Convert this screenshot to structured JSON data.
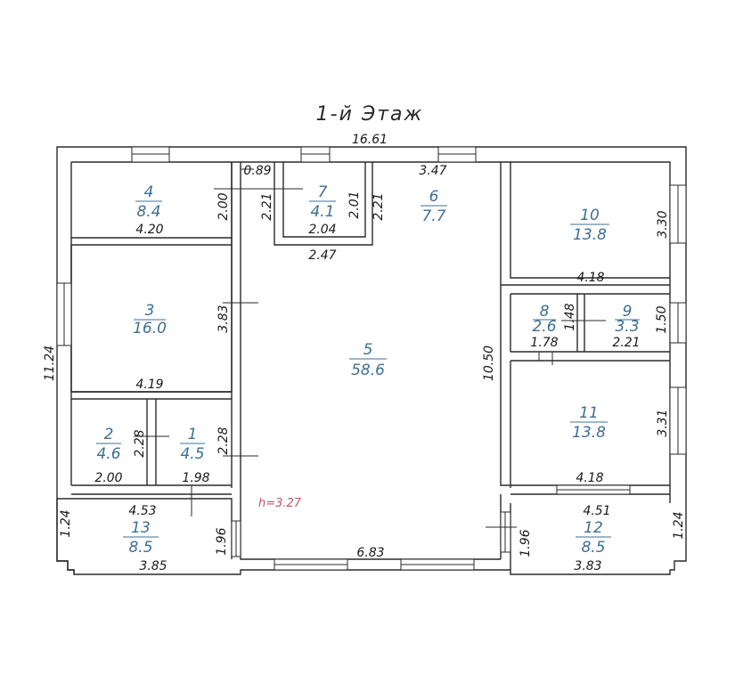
{
  "title": "1-й Этаж",
  "ceiling_height": "h=3.27",
  "colors": {
    "room_label": "#3c6f96",
    "height_label": "#c0546b",
    "wall": "#2a2a2a"
  },
  "rooms": [
    {
      "number": "1",
      "area": "4.5"
    },
    {
      "number": "2",
      "area": "4.6"
    },
    {
      "number": "3",
      "area": "16.0"
    },
    {
      "number": "4",
      "area": "8.4"
    },
    {
      "number": "5",
      "area": "58.6"
    },
    {
      "number": "6",
      "area": "7.7"
    },
    {
      "number": "7",
      "area": "4.1"
    },
    {
      "number": "8",
      "area": "2.6"
    },
    {
      "number": "9",
      "area": "3.3"
    },
    {
      "number": "10",
      "area": "13.8"
    },
    {
      "number": "11",
      "area": "13.8"
    },
    {
      "number": "12",
      "area": "8.5"
    },
    {
      "number": "13",
      "area": "8.5"
    }
  ],
  "dimensions": {
    "overall_width": "16.61",
    "overall_depth": "11.24",
    "r4_height": "2.00",
    "r4_width": "4.20",
    "corridor_top": "0.89",
    "r7_left": "2.21",
    "r7_right": "2.01",
    "r7_width": "2.04",
    "r7_outer": "2.47",
    "r6_width": "3.47",
    "r6_height": "2.21",
    "r3_height": "3.83",
    "r3_width": "4.19",
    "r2_height": "2.28",
    "r2_width": "2.00",
    "r1_height": "2.28",
    "r1_width": "1.98",
    "r13_width_top": "4.53",
    "r13_left": "1.24",
    "r13_right": "1.96",
    "r13_width_bottom": "3.85",
    "r5_width": "6.83",
    "r5_depth": "10.50",
    "r10_height": "3.30",
    "r10_width": "4.18",
    "r8_height": "1.48",
    "r8_width": "1.78",
    "r9_height": "1.50",
    "r9_width": "2.21",
    "r11_height": "3.31",
    "r11_width": "4.18",
    "r12_width_top": "4.51",
    "r12_left": "1.96",
    "r12_right": "1.24",
    "r12_width_bottom": "3.83"
  }
}
